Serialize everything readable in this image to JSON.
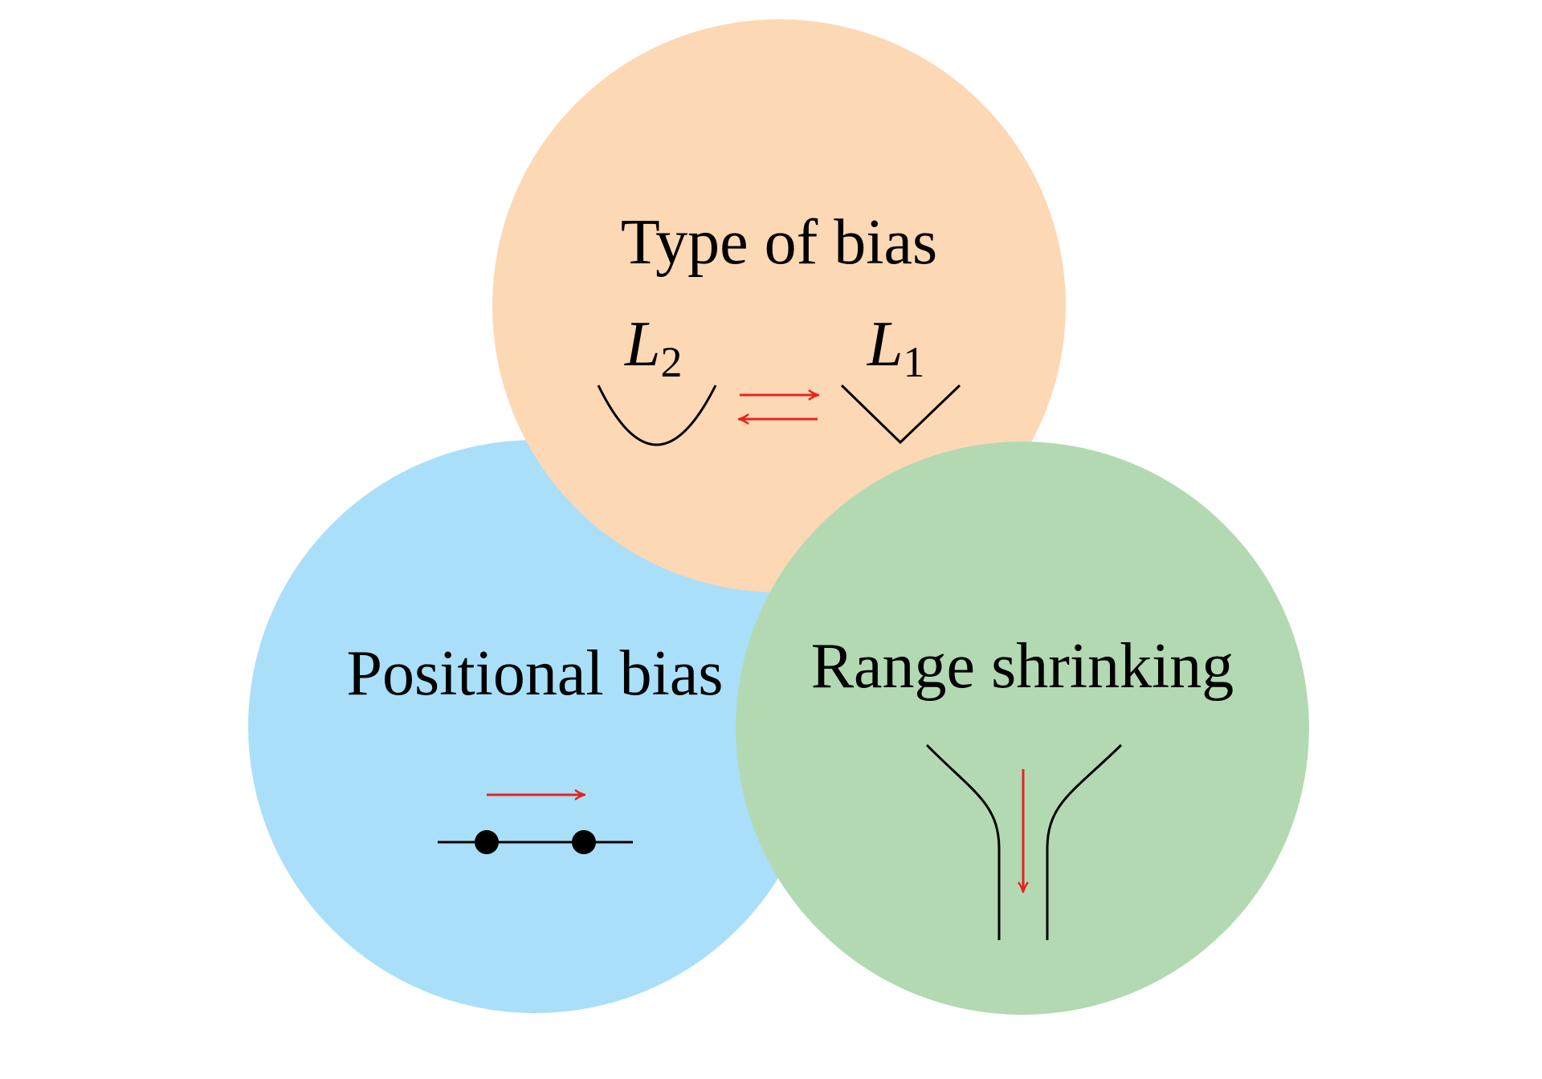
{
  "colors": {
    "type_circle": "#fcd8b4",
    "positional_circle": "#aadff9",
    "range_circle": "#b3d9b3",
    "arrow": "#e8231f",
    "line": "#000000"
  },
  "circles": {
    "type_of_bias": {
      "title": "Type of bias",
      "l2_letter": "L",
      "l2_subscript": "2",
      "l1_letter": "L",
      "l1_subscript": "1"
    },
    "positional_bias": {
      "title": "Positional bias"
    },
    "range_shrinking": {
      "title": "Range shrinking"
    }
  },
  "icons": {
    "parabola": "parabola-icon",
    "v_shape": "v-shape-icon",
    "exchange_arrows": "exchange-arrows-icon",
    "shift_arrow": "right-arrow-icon",
    "funnel": "funnel-icon",
    "down_arrow": "down-arrow-icon"
  }
}
